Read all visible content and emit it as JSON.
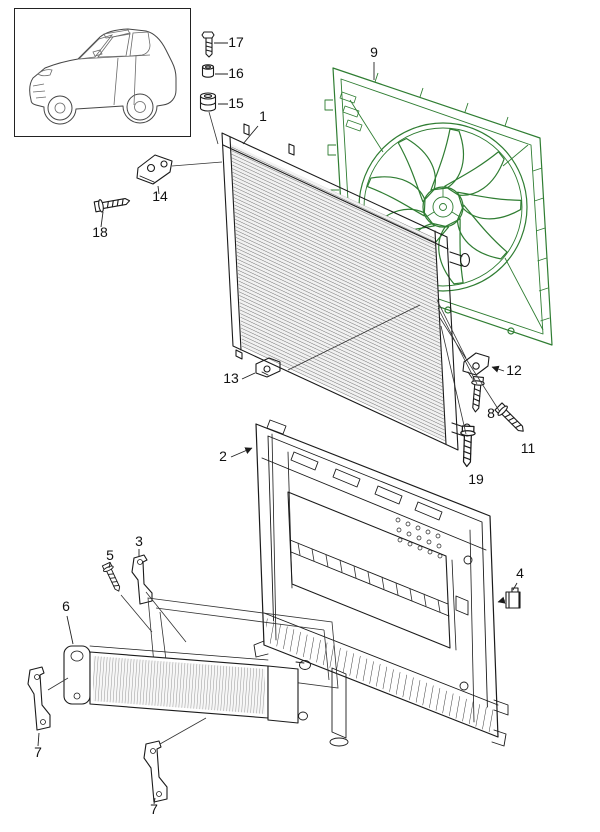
{
  "page": {
    "background": "#ffffff",
    "line_color": "#1b1b1b",
    "shroud_color": "#2f7d32"
  },
  "callouts": {
    "c1": "1",
    "c2": "2",
    "c3": "3",
    "c4": "4",
    "c5": "5",
    "c6": "6",
    "c7a": "7",
    "c7b": "7",
    "c8": "8",
    "c9": "9",
    "c11": "11",
    "c12": "12",
    "c13": "13",
    "c14": "14",
    "c15": "15",
    "c16": "16",
    "c17": "17",
    "c18": "18",
    "c19": "19"
  }
}
